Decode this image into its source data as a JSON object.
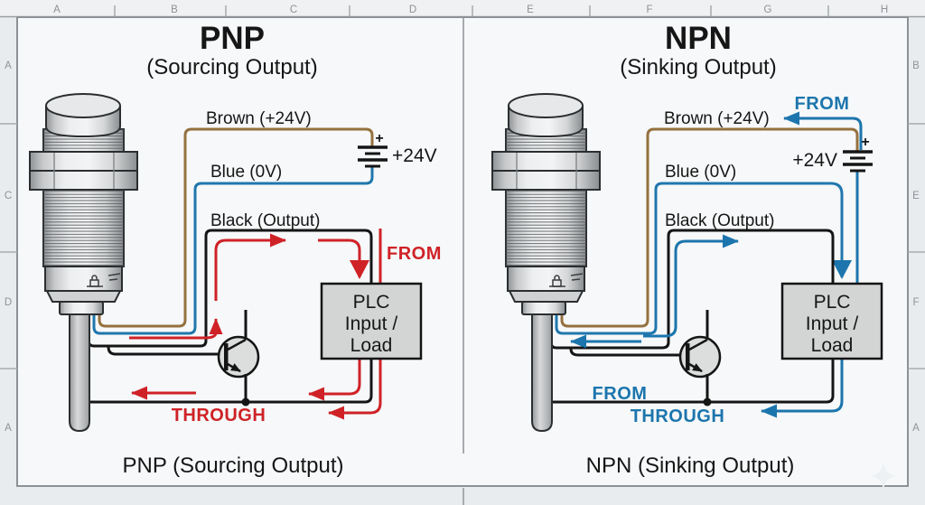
{
  "colors": {
    "red_flow": "#cf2227",
    "blue_flow": "#1c75ad",
    "brown_wire": "#95713f",
    "blue_wire": "#2077ad",
    "black_wire": "#151515",
    "plc_fill": "#d3d5d4",
    "frame_bg": "#f6f8f9"
  },
  "ruler": {
    "top": [
      "A",
      "B",
      "C",
      "D",
      "E",
      "F",
      "G",
      "H"
    ],
    "left": [
      "A",
      "C",
      "D",
      "A"
    ],
    "right": [
      "B",
      "E",
      "F",
      "A"
    ]
  },
  "pnp": {
    "title": "PNP",
    "subtitle": "(Sourcing Output)",
    "caption": "PNP (Sourcing Output)",
    "wires": {
      "brown": "Brown (+24V)",
      "blue": "Blue (0V)",
      "black": "Black (Output)"
    },
    "battery": {
      "plus": "+",
      "label": "+24V"
    },
    "plc": {
      "line1": "PLC",
      "line2": "Input /",
      "line3": "Load"
    },
    "flow": {
      "from": "FROM",
      "through": "THROUGH"
    }
  },
  "npn": {
    "title": "NPN",
    "subtitle": "(Sinking Output)",
    "caption": "NPN (Sinking Output)",
    "wires": {
      "brown": "Brown (+24V)",
      "blue": "Blue (0V)",
      "black": "Black (Output)"
    },
    "battery": {
      "plus": "+",
      "label": "+24V"
    },
    "plc": {
      "line1": "PLC",
      "line2": "Input /",
      "line3": "Load"
    },
    "flow": {
      "from_top": "FROM",
      "from": "FROM",
      "through": "THROUGH"
    }
  }
}
